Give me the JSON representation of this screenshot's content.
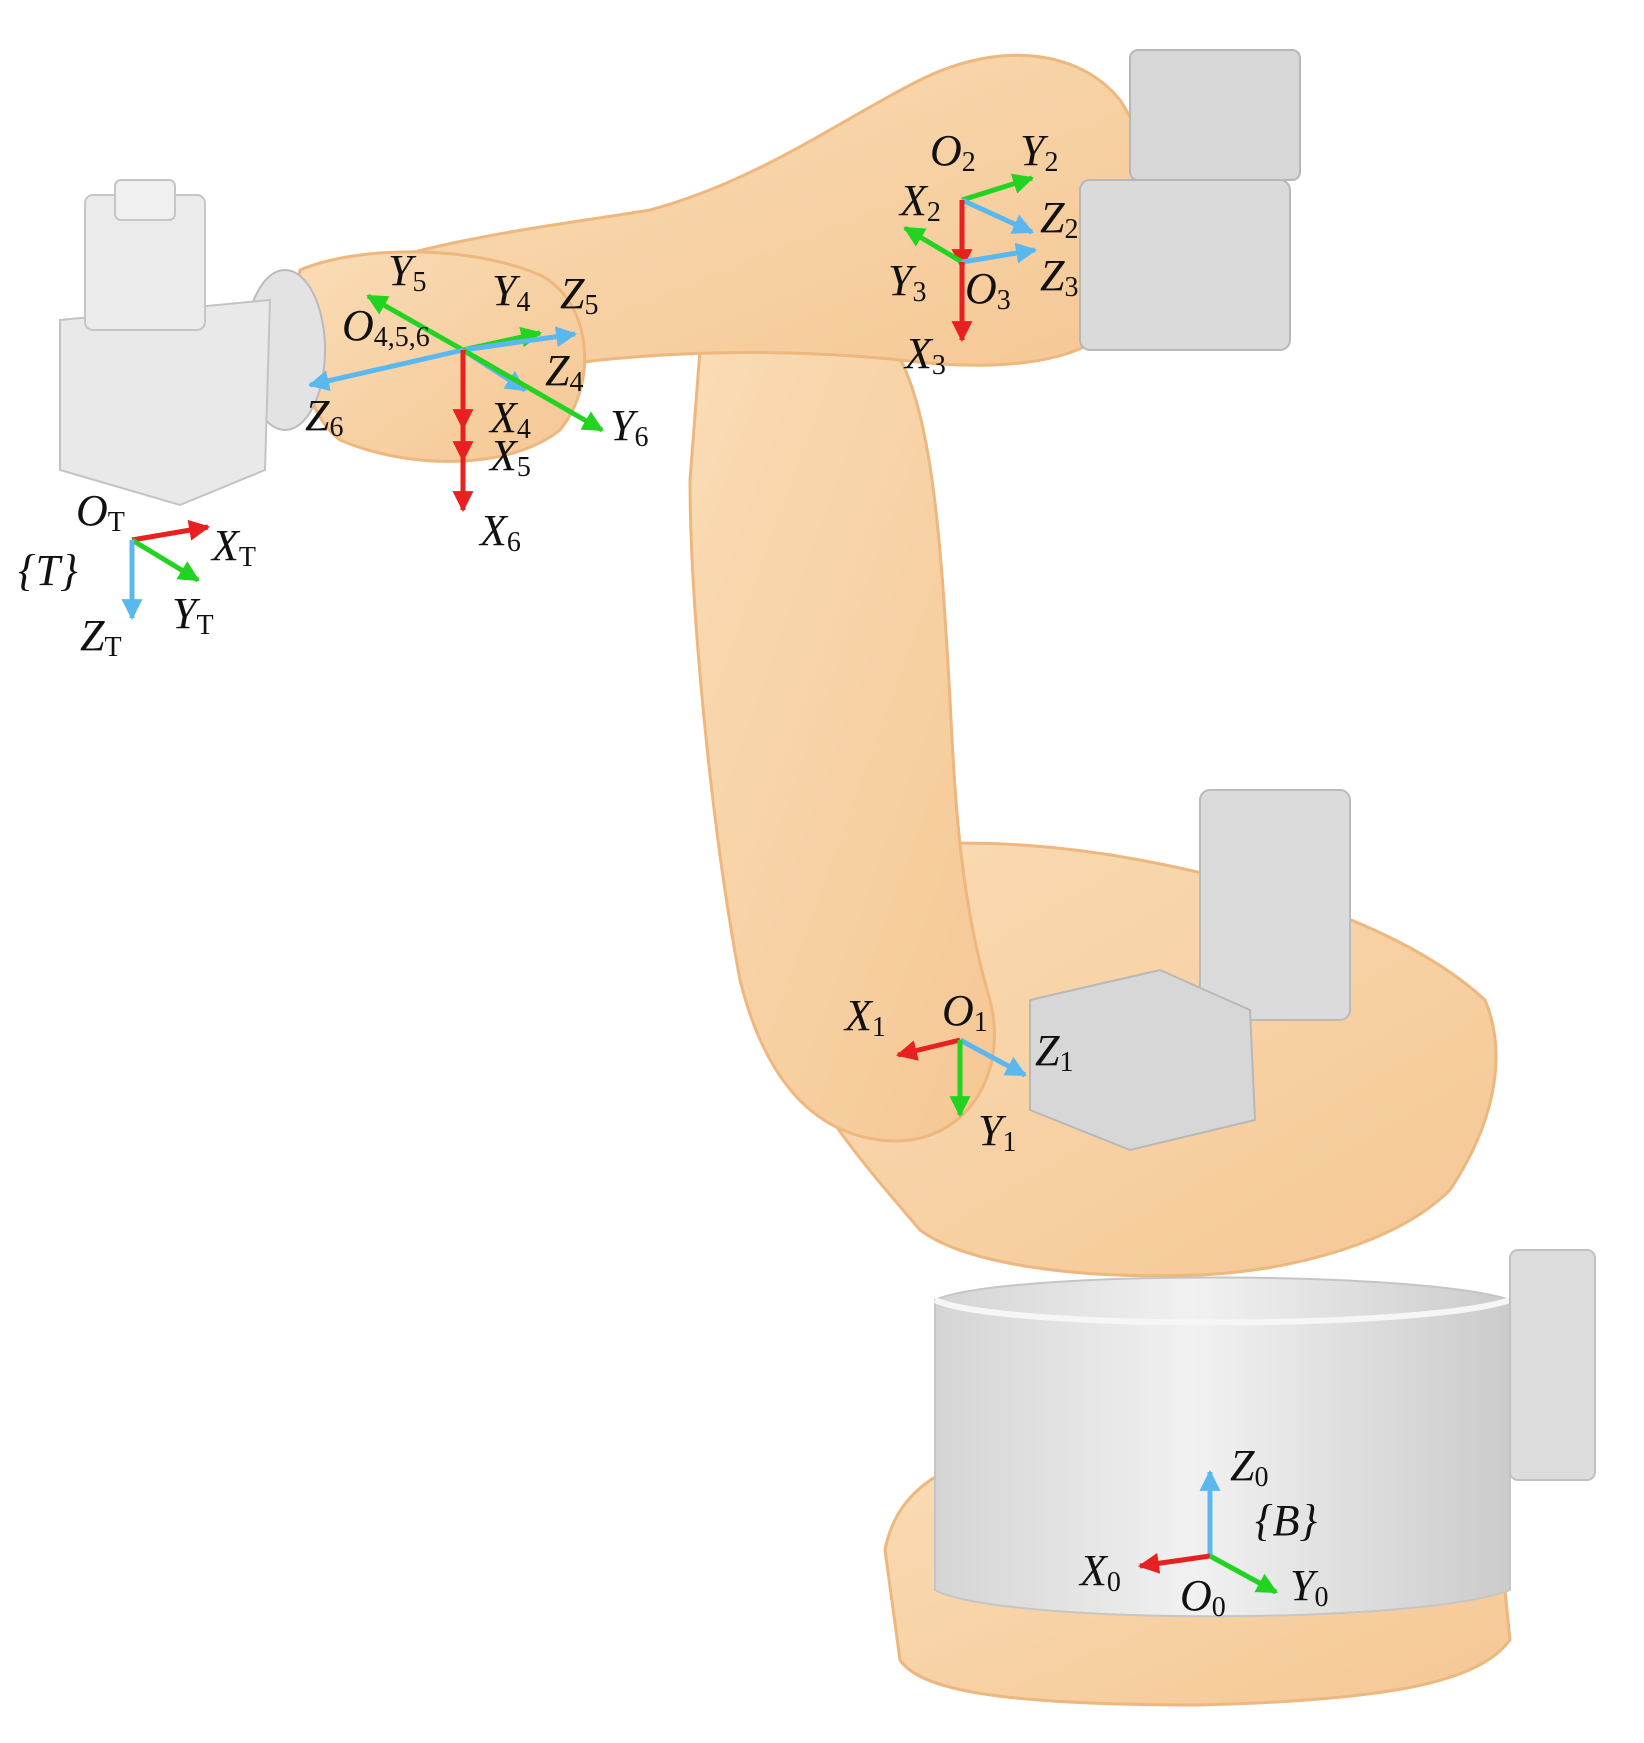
{
  "colors": {
    "x_axis": "#e8201f",
    "y_axis": "#22d322",
    "z_axis": "#5ab8ef",
    "robot_body": "#f8c98e",
    "robot_shadow": "#eeae6a",
    "motor_grey": "#cfcfcf",
    "base_grey": "#d9d9d9",
    "tool_grey": "#e3e3e3",
    "text": "#111111"
  },
  "icons": {
    "robot": "industrial-robot-arm-illustration",
    "arrow": "arrowhead"
  },
  "labels": {
    "frame_T": {
      "main": "{T}"
    },
    "frame_B": {
      "main": "{B}"
    },
    "OT": {
      "main": "O",
      "sub": "T"
    },
    "XT": {
      "main": "X",
      "sub": "T"
    },
    "YT": {
      "main": "Y",
      "sub": "T"
    },
    "ZT": {
      "main": "Z",
      "sub": "T"
    },
    "O456": {
      "main": "O",
      "sub": "4,5,6"
    },
    "Y5": {
      "main": "Y",
      "sub": "5"
    },
    "Y4": {
      "main": "Y",
      "sub": "4"
    },
    "Z5": {
      "main": "Z",
      "sub": "5"
    },
    "Z4": {
      "main": "Z",
      "sub": "4"
    },
    "Z6": {
      "main": "Z",
      "sub": "6"
    },
    "X4": {
      "main": "X",
      "sub": "4"
    },
    "X5": {
      "main": "X",
      "sub": "5"
    },
    "X6": {
      "main": "X",
      "sub": "6"
    },
    "Y6": {
      "main": "Y",
      "sub": "6"
    },
    "O2": {
      "main": "O",
      "sub": "2"
    },
    "Y2": {
      "main": "Y",
      "sub": "2"
    },
    "X2": {
      "main": "X",
      "sub": "2"
    },
    "Z2": {
      "main": "Z",
      "sub": "2"
    },
    "Y3": {
      "main": "Y",
      "sub": "3"
    },
    "O3": {
      "main": "O",
      "sub": "3"
    },
    "Z3": {
      "main": "Z",
      "sub": "3"
    },
    "X3": {
      "main": "X",
      "sub": "3"
    },
    "X1": {
      "main": "X",
      "sub": "1"
    },
    "O1": {
      "main": "O",
      "sub": "1"
    },
    "Z1": {
      "main": "Z",
      "sub": "1"
    },
    "Y1": {
      "main": "Y",
      "sub": "1"
    },
    "Z0": {
      "main": "Z",
      "sub": "0"
    },
    "X0": {
      "main": "X",
      "sub": "0"
    },
    "O0": {
      "main": "O",
      "sub": "0"
    },
    "Y0": {
      "main": "Y",
      "sub": "0"
    }
  }
}
